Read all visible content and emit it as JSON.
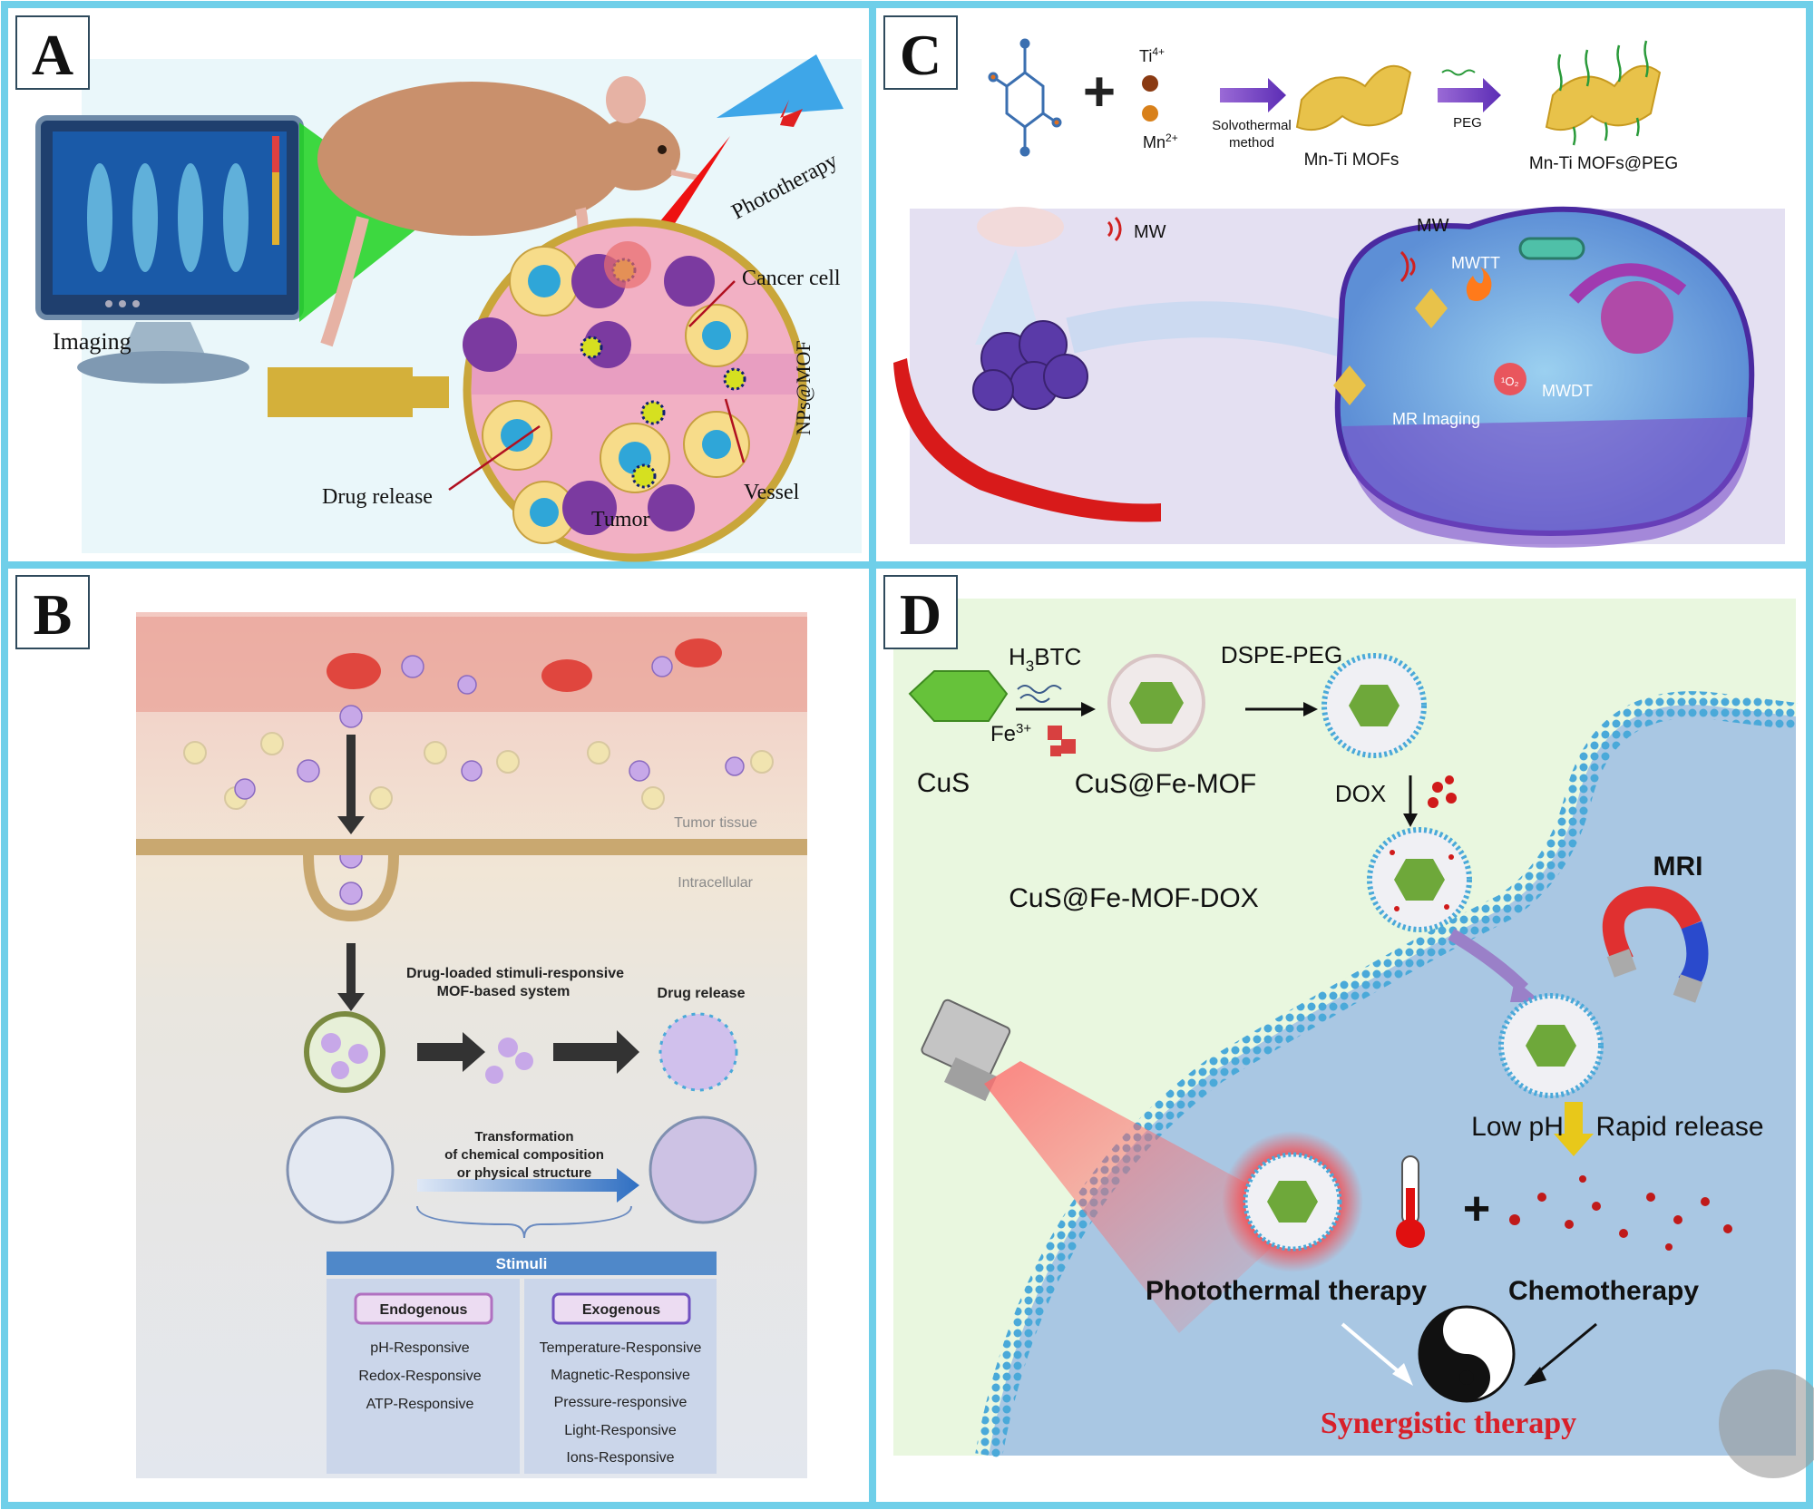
{
  "panels": {
    "A": {
      "letter": "A",
      "labels": {
        "imaging": "Imaging",
        "phototherapy": "Phototherapy",
        "cancer_cell": "Cancer cell",
        "nps_mof": "NPs@MOF",
        "drug_release": "Drug release",
        "tumor": "Tumor",
        "vessel": "Vessel"
      }
    },
    "B": {
      "letter": "B",
      "labels": {
        "tumor_tissue": "Tumor tissue",
        "intracellular": "Intracellular",
        "system_line1": "Drug-loaded stimuli-responsive",
        "system_line2": "MOF-based system",
        "drug_release": "Drug release",
        "transform_line1": "Transformation",
        "transform_line2": "of chemical composition",
        "transform_line3": "or physical structure"
      },
      "stimuli": {
        "header": "Stimuli",
        "endogenous": {
          "title": "Endogenous",
          "items": [
            "pH-Responsive",
            "Redox-Responsive",
            "ATP-Responsive"
          ]
        },
        "exogenous": {
          "title": "Exogenous",
          "items": [
            "Temperature-Responsive",
            "Magnetic-Responsive",
            "Pressure-responsive",
            "Light-Responsive",
            "Ions-Responsive"
          ]
        }
      }
    },
    "C": {
      "letter": "C",
      "labels": {
        "ti_ion": "Ti",
        "ti_charge": "4+",
        "mn_ion": "Mn",
        "mn_charge": "2+",
        "plus": "+",
        "solvothermal_1": "Solvothermal",
        "solvothermal_2": "method",
        "mn_ti_mofs": "Mn-Ti MOFs",
        "peg": "PEG",
        "mn_ti_mofs_peg": "Mn-Ti MOFs@PEG",
        "mw_left": "MW",
        "mw_right": "MW",
        "mwtt": "MWTT",
        "mwdt": "MWDT",
        "singlet_o2": "¹O₂",
        "mr_imaging": "MR Imaging"
      }
    },
    "D": {
      "letter": "D",
      "labels": {
        "h3btc_prefix": "H",
        "h3btc_sub": "3",
        "h3btc_suffix": "BTC",
        "fe": "Fe",
        "fe_charge": "3+",
        "dspe_peg": "DSPE-PEG",
        "cus": "CuS",
        "cus_fe_mof": "CuS@Fe-MOF",
        "dox": "DOX",
        "cus_fe_mof_dox": "CuS@Fe-MOF-DOX",
        "mri": "MRI",
        "low_ph": "Low pH",
        "rapid_release": "Rapid release",
        "plus": "+",
        "photothermal": "Photothermal therapy",
        "chemotherapy": "Chemotherapy",
        "synergistic": "Synergistic therapy"
      }
    }
  },
  "colors": {
    "frame": "#6fcfe9",
    "c_bg": "#e4e0f2",
    "d_bg": "#e9f7df",
    "cell_blue": "#a9c7e3",
    "synergy_red": "#d8202a",
    "b_header": "#4f88c9"
  }
}
